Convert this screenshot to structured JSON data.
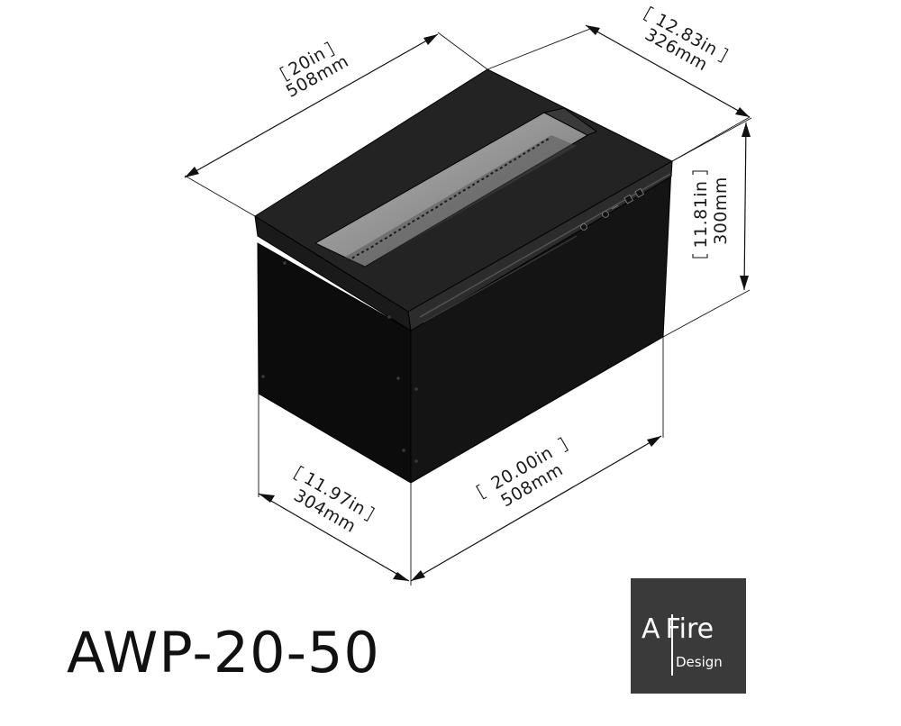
{
  "model": "AWP-20-50",
  "logo": {
    "first": "A",
    "second": "Fire",
    "sub": "Design",
    "background": "#3a3a3a",
    "foreground": "#ffffff"
  },
  "dimensions": {
    "top_length": {
      "imperial": "20in",
      "metric": "508mm"
    },
    "top_depth": {
      "imperial": "12.83in",
      "metric": "326mm"
    },
    "height": {
      "imperial": "11.81in",
      "metric": "300mm"
    },
    "base_depth": {
      "imperial": "11.97in",
      "metric": "304mm"
    },
    "base_length": {
      "imperial": "20.00in",
      "metric": "508mm"
    }
  },
  "colors": {
    "body": "#0f0f0f",
    "top": "#222222",
    "window": "#8c8c8c",
    "line": "#111111"
  }
}
